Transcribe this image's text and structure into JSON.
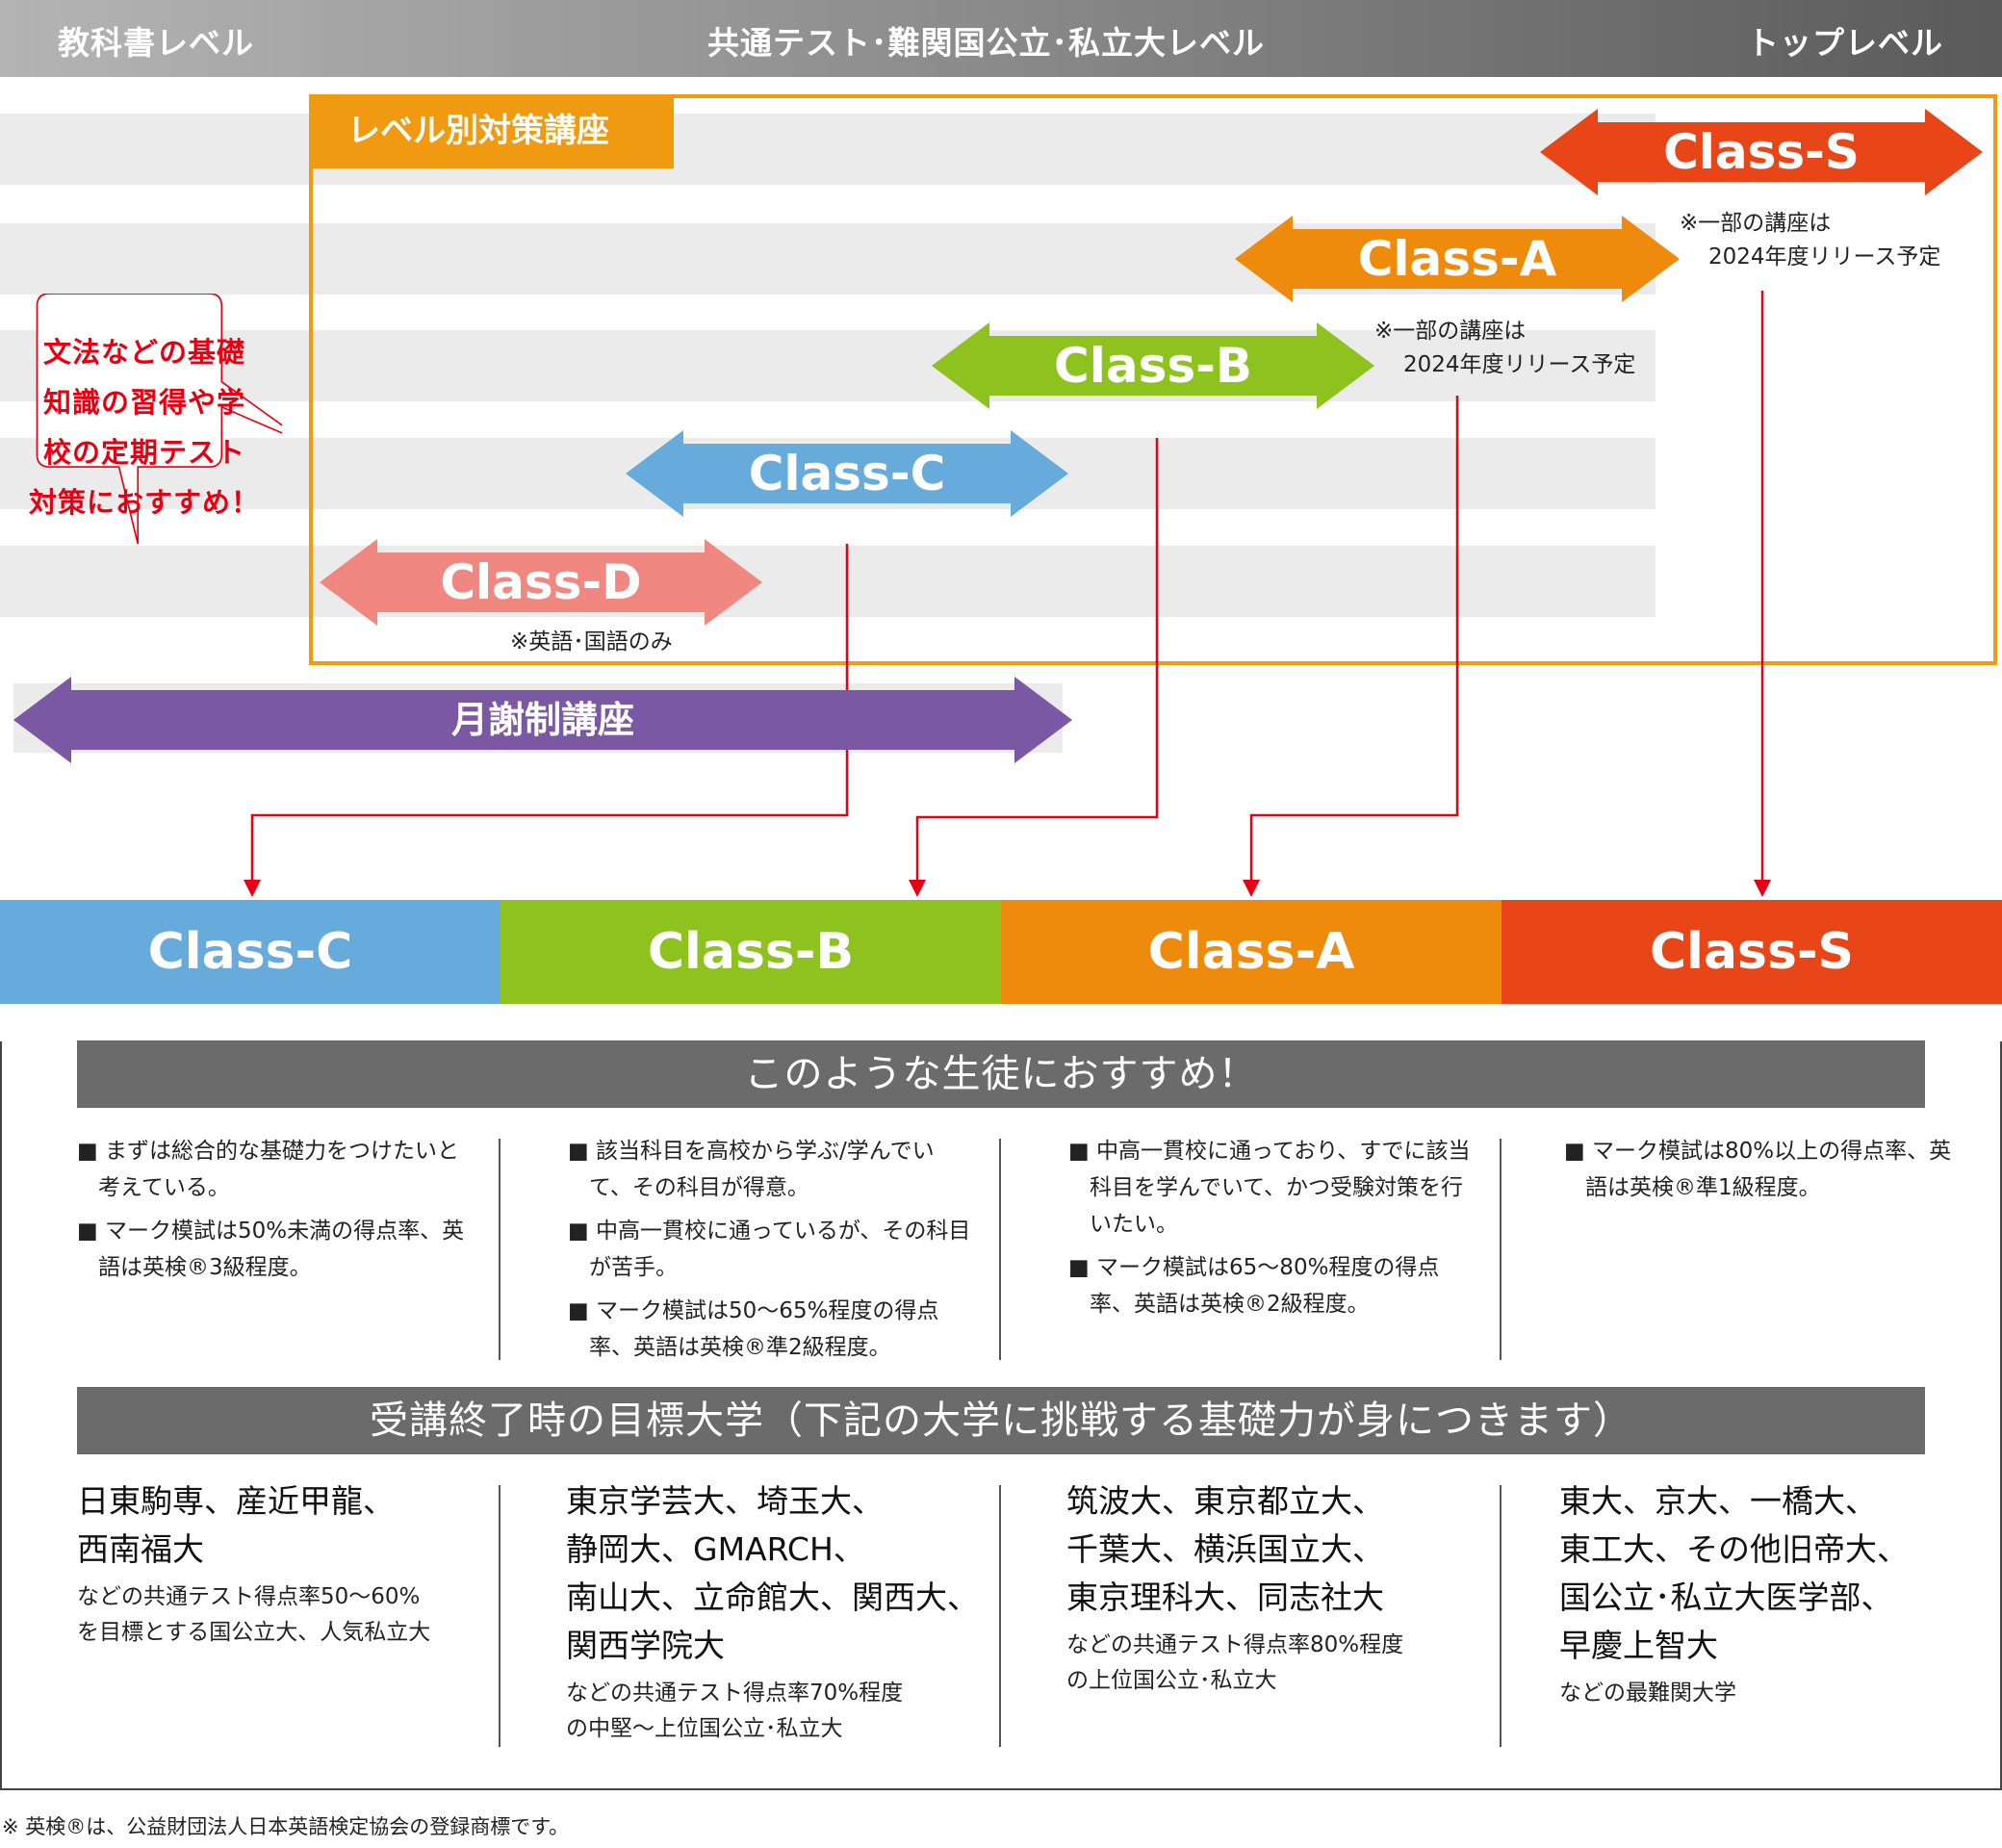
{
  "levels": {
    "left": "教科書レベル",
    "center": "共通テスト･難関国公立･私立大レベル",
    "right": "トップレベル"
  },
  "box_label": "レベル別対策講座",
  "colors": {
    "class_s": "#e84619",
    "class_a": "#ee8a0c",
    "class_b": "#8dc21f",
    "class_c": "#67abdc",
    "class_d": "#f08781",
    "monthly": "#7b58a4",
    "accent_orange": "#ef9a10",
    "red": "#e60012"
  },
  "arrows": {
    "class_s": "Class-S",
    "class_a": "Class-A",
    "class_b": "Class-B",
    "class_c": "Class-C",
    "class_d": "Class-D",
    "monthly": "月謝制講座"
  },
  "notes": {
    "class_s_1": "※一部の講座は",
    "class_s_2": "2024年度リリース予定",
    "class_a_1": "※一部の講座は",
    "class_a_2": "2024年度リリース予定",
    "class_d": "※英語･国語のみ"
  },
  "bubble": {
    "line1": "文法などの基礎",
    "line2": "知識の習得や学",
    "line3": "校の定期テスト",
    "line4": "対策におすすめ！"
  },
  "classes": [
    "Class-C",
    "Class-B",
    "Class-A",
    "Class-S"
  ],
  "recommend_title": "このような生徒におすすめ！",
  "recommend": [
    [
      "■ まずは総合的な基礎力をつけたいと考えている。",
      "■ マーク模試は50%未満の得点率、英語は英検®3級程度。"
    ],
    [
      "■ 該当科目を高校から学ぶ/学んでいて、その科目が得意。",
      "■ 中高一貫校に通っているが、その科目が苦手。",
      "■ マーク模試は50〜65%程度の得点率、英語は英検®準2級程度。"
    ],
    [
      "■ 中高一貫校に通っており、すでに該当科目を学んでいて、かつ受験対策を行いたい。",
      "■ マーク模試は65〜80%程度の得点率、英語は英検®2級程度。"
    ],
    [
      "■ マーク模試は80%以上の得点率、英語は英検®準1級程度。"
    ]
  ],
  "target_title": "受講終了時の目標大学（下記の大学に挑戦する基礎力が身につきます）",
  "targets": [
    {
      "main": "日東駒専、産近甲龍、\n西南福大",
      "sub": "などの共通テスト得点率50〜60%\nを目標とする国公立大、人気私立大"
    },
    {
      "main": "東京学芸大、埼玉大、\n静岡大、GMARCH、\n南山大、立命館大、関西大、\n関西学院大",
      "sub": "などの共通テスト得点率70%程度\nの中堅〜上位国公立･私立大"
    },
    {
      "main": "筑波大、東京都立大、\n千葉大、横浜国立大、\n東京理科大、同志社大",
      "sub": "などの共通テスト得点率80%程度\nの上位国公立･私立大"
    },
    {
      "main": "東大、京大、一橋大、\n東工大、その他旧帝大、\n国公立･私立大医学部、\n早慶上智大",
      "sub": "などの最難関大学"
    }
  ],
  "footnote": "※ 英検®は、公益財団法人日本英語検定協会の登録商標です。"
}
